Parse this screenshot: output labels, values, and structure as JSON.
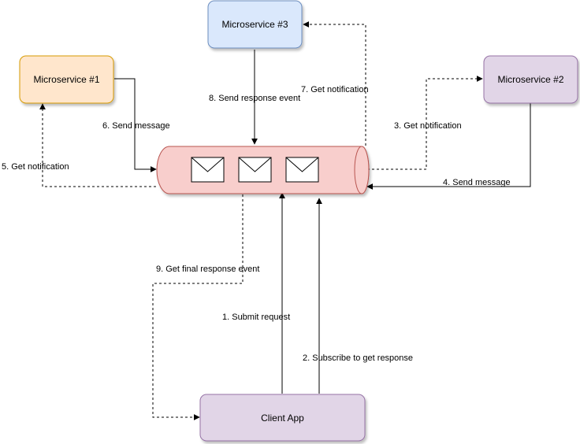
{
  "nodes": {
    "ms1": {
      "label": "Microservice #1",
      "fill": "#ffe6cc",
      "stroke": "#d79b00"
    },
    "ms2": {
      "label": "Microservice #2",
      "fill": "#e1d5e7",
      "stroke": "#9673a6"
    },
    "ms3": {
      "label": "Microservice #3",
      "fill": "#dae8fc",
      "stroke": "#6c8ebf"
    },
    "client": {
      "label": "Client App",
      "fill": "#e1d5e7",
      "stroke": "#9673a6"
    },
    "queue": {
      "fill": "#f8cecc",
      "stroke": "#b85450",
      "message_icon": "envelope-icon"
    }
  },
  "edges": {
    "e1": {
      "label": "1. Submit request",
      "style": "solid"
    },
    "e2": {
      "label": "2. Subscribe to get response",
      "style": "solid"
    },
    "e3": {
      "label": "3. Get notification",
      "style": "dashed"
    },
    "e4": {
      "label": "4. Send message",
      "style": "solid"
    },
    "e5": {
      "label": "5. Get notification",
      "style": "dashed"
    },
    "e6": {
      "label": "6. Send message",
      "style": "solid"
    },
    "e7": {
      "label": "7. Get notification",
      "style": "dashed"
    },
    "e8": {
      "label": "8. Send response event",
      "style": "solid"
    },
    "e9": {
      "label": "9. Get final response event",
      "style": "dashed"
    }
  }
}
